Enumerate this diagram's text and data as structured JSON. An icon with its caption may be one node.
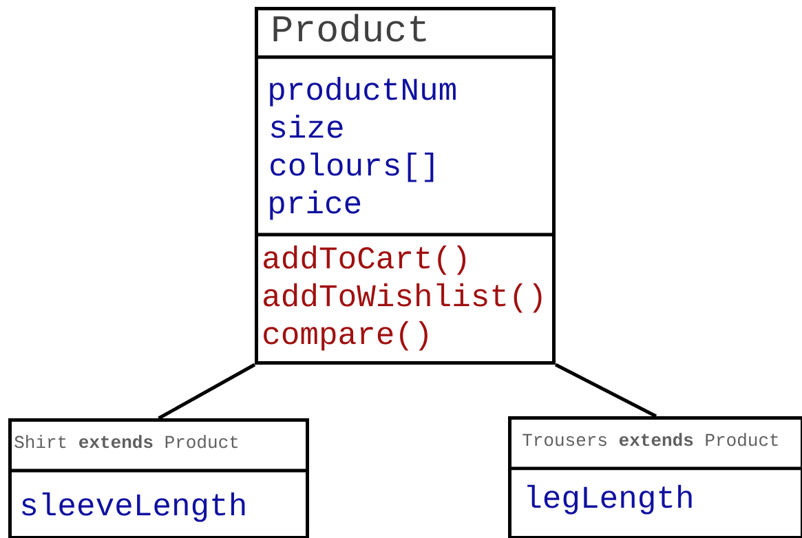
{
  "diagram": {
    "nodes": [
      {
        "text": [
          "Product",
          "productNum",
          "size",
          "colours[]",
          "price",
          "addToCart()",
          "addToWishlist()",
          "compare()"
        ]
      },
      {
        "text": [
          "Shirt **extends** Product",
          "sleeveLength"
        ]
      },
      {
        "text": [
          "Trousers **extends** Product",
          "legLength"
        ]
      }
    ],
    "edges": [
      {
        "from": 0,
        "to": 1,
        "arrow": "none"
      },
      {
        "from": 0,
        "to": 2,
        "arrow": "none"
      }
    ]
  }
}
